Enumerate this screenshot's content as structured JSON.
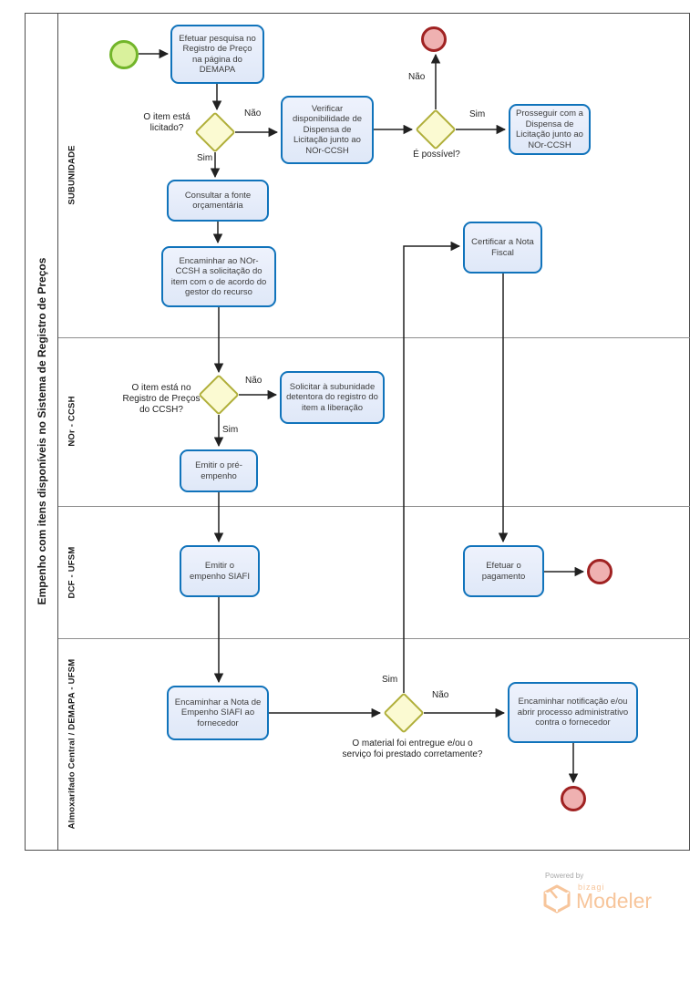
{
  "pool": {
    "title": "Empenho com itens disponíveis no Sistema de Registro de Preços",
    "lanes": [
      "SUBUNIDADE",
      "NOr - CCSH",
      "DCF - UFSM",
      "Almoxarifado Central / DEMAPA - UFSM"
    ]
  },
  "tasks": {
    "pesquisa": "Efetuar pesquisa no Registro de Preço na página do DEMAPA",
    "verificar": "Verificar disponibilidade de Dispensa de Licitação junto ao NOr-CCSH",
    "prosseguir": "Prosseguir com a Dispensa de Licitação junto ao NOr-CCSH",
    "consultar": "Consultar a fonte orçamentária",
    "encaminhar_nor": "Encaminhar ao NOr-CCSH a solicitação do item com o de acordo do gestor do recurso",
    "certificar": "Certificar a Nota Fiscal",
    "solicitar": "Solicitar à subunidade detentora do registro do item a liberação",
    "pre_empenho": "Emitir o pré-empenho",
    "empenho_siafi": "Emitir o empenho SIAFI",
    "pagamento": "Efetuar o pagamento",
    "nota_empenho": "Encaminhar a Nota de Empenho SIAFI ao fornecedor",
    "notificacao": "Encaminhar notificação e/ou abrir processo administrativo contra o fornecedor"
  },
  "decisions": {
    "licitado": {
      "question": "O item está licitado?",
      "yes": "Sim",
      "no": "Não"
    },
    "possivel": {
      "question": "É possível?",
      "yes": "Sim",
      "no": "Não"
    },
    "registro": {
      "question": "O item está no Registro de Preços do CCSH?",
      "yes": "Sim",
      "no": "Não"
    },
    "material": {
      "question": "O material foi entregue e/ou o serviço foi prestado corretamente?",
      "yes": "Sim",
      "no": "Não"
    }
  },
  "footer": {
    "powered_by": "Powered by",
    "brand": "bizagi",
    "product": "Modeler"
  },
  "colors": {
    "task-border": "#1073bb",
    "task-fill-top": "#eef2fc",
    "task-fill-bottom": "#dfe8f8",
    "gateway-border": "#b0af3a",
    "gateway-fill": "#fbfad2",
    "start-border": "#72b52a",
    "start-fill": "#d9f19c",
    "end-border": "#a02222",
    "end-fill": "#efb1b1",
    "logo-orange": "#f7c59b"
  }
}
